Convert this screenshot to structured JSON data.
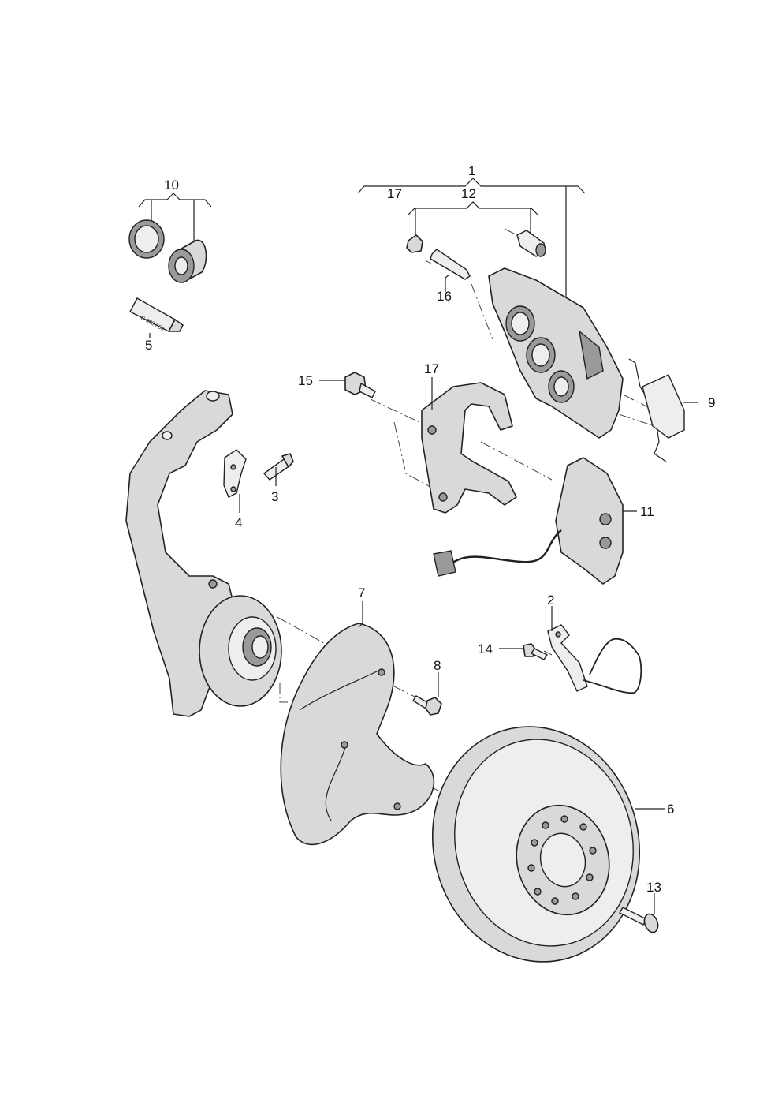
{
  "callouts": {
    "c1": "1",
    "c2": "2",
    "c3": "3",
    "c4": "4",
    "c5": "5",
    "c6": "6",
    "c7": "7",
    "c8": "8",
    "c9": "9",
    "c10": "10",
    "c11": "11",
    "c12": "12",
    "c13": "13",
    "c14": "14",
    "c15": "15",
    "c16": "16",
    "c17_top": "17",
    "c17": "17"
  },
  "tube_print": "G 000 650"
}
